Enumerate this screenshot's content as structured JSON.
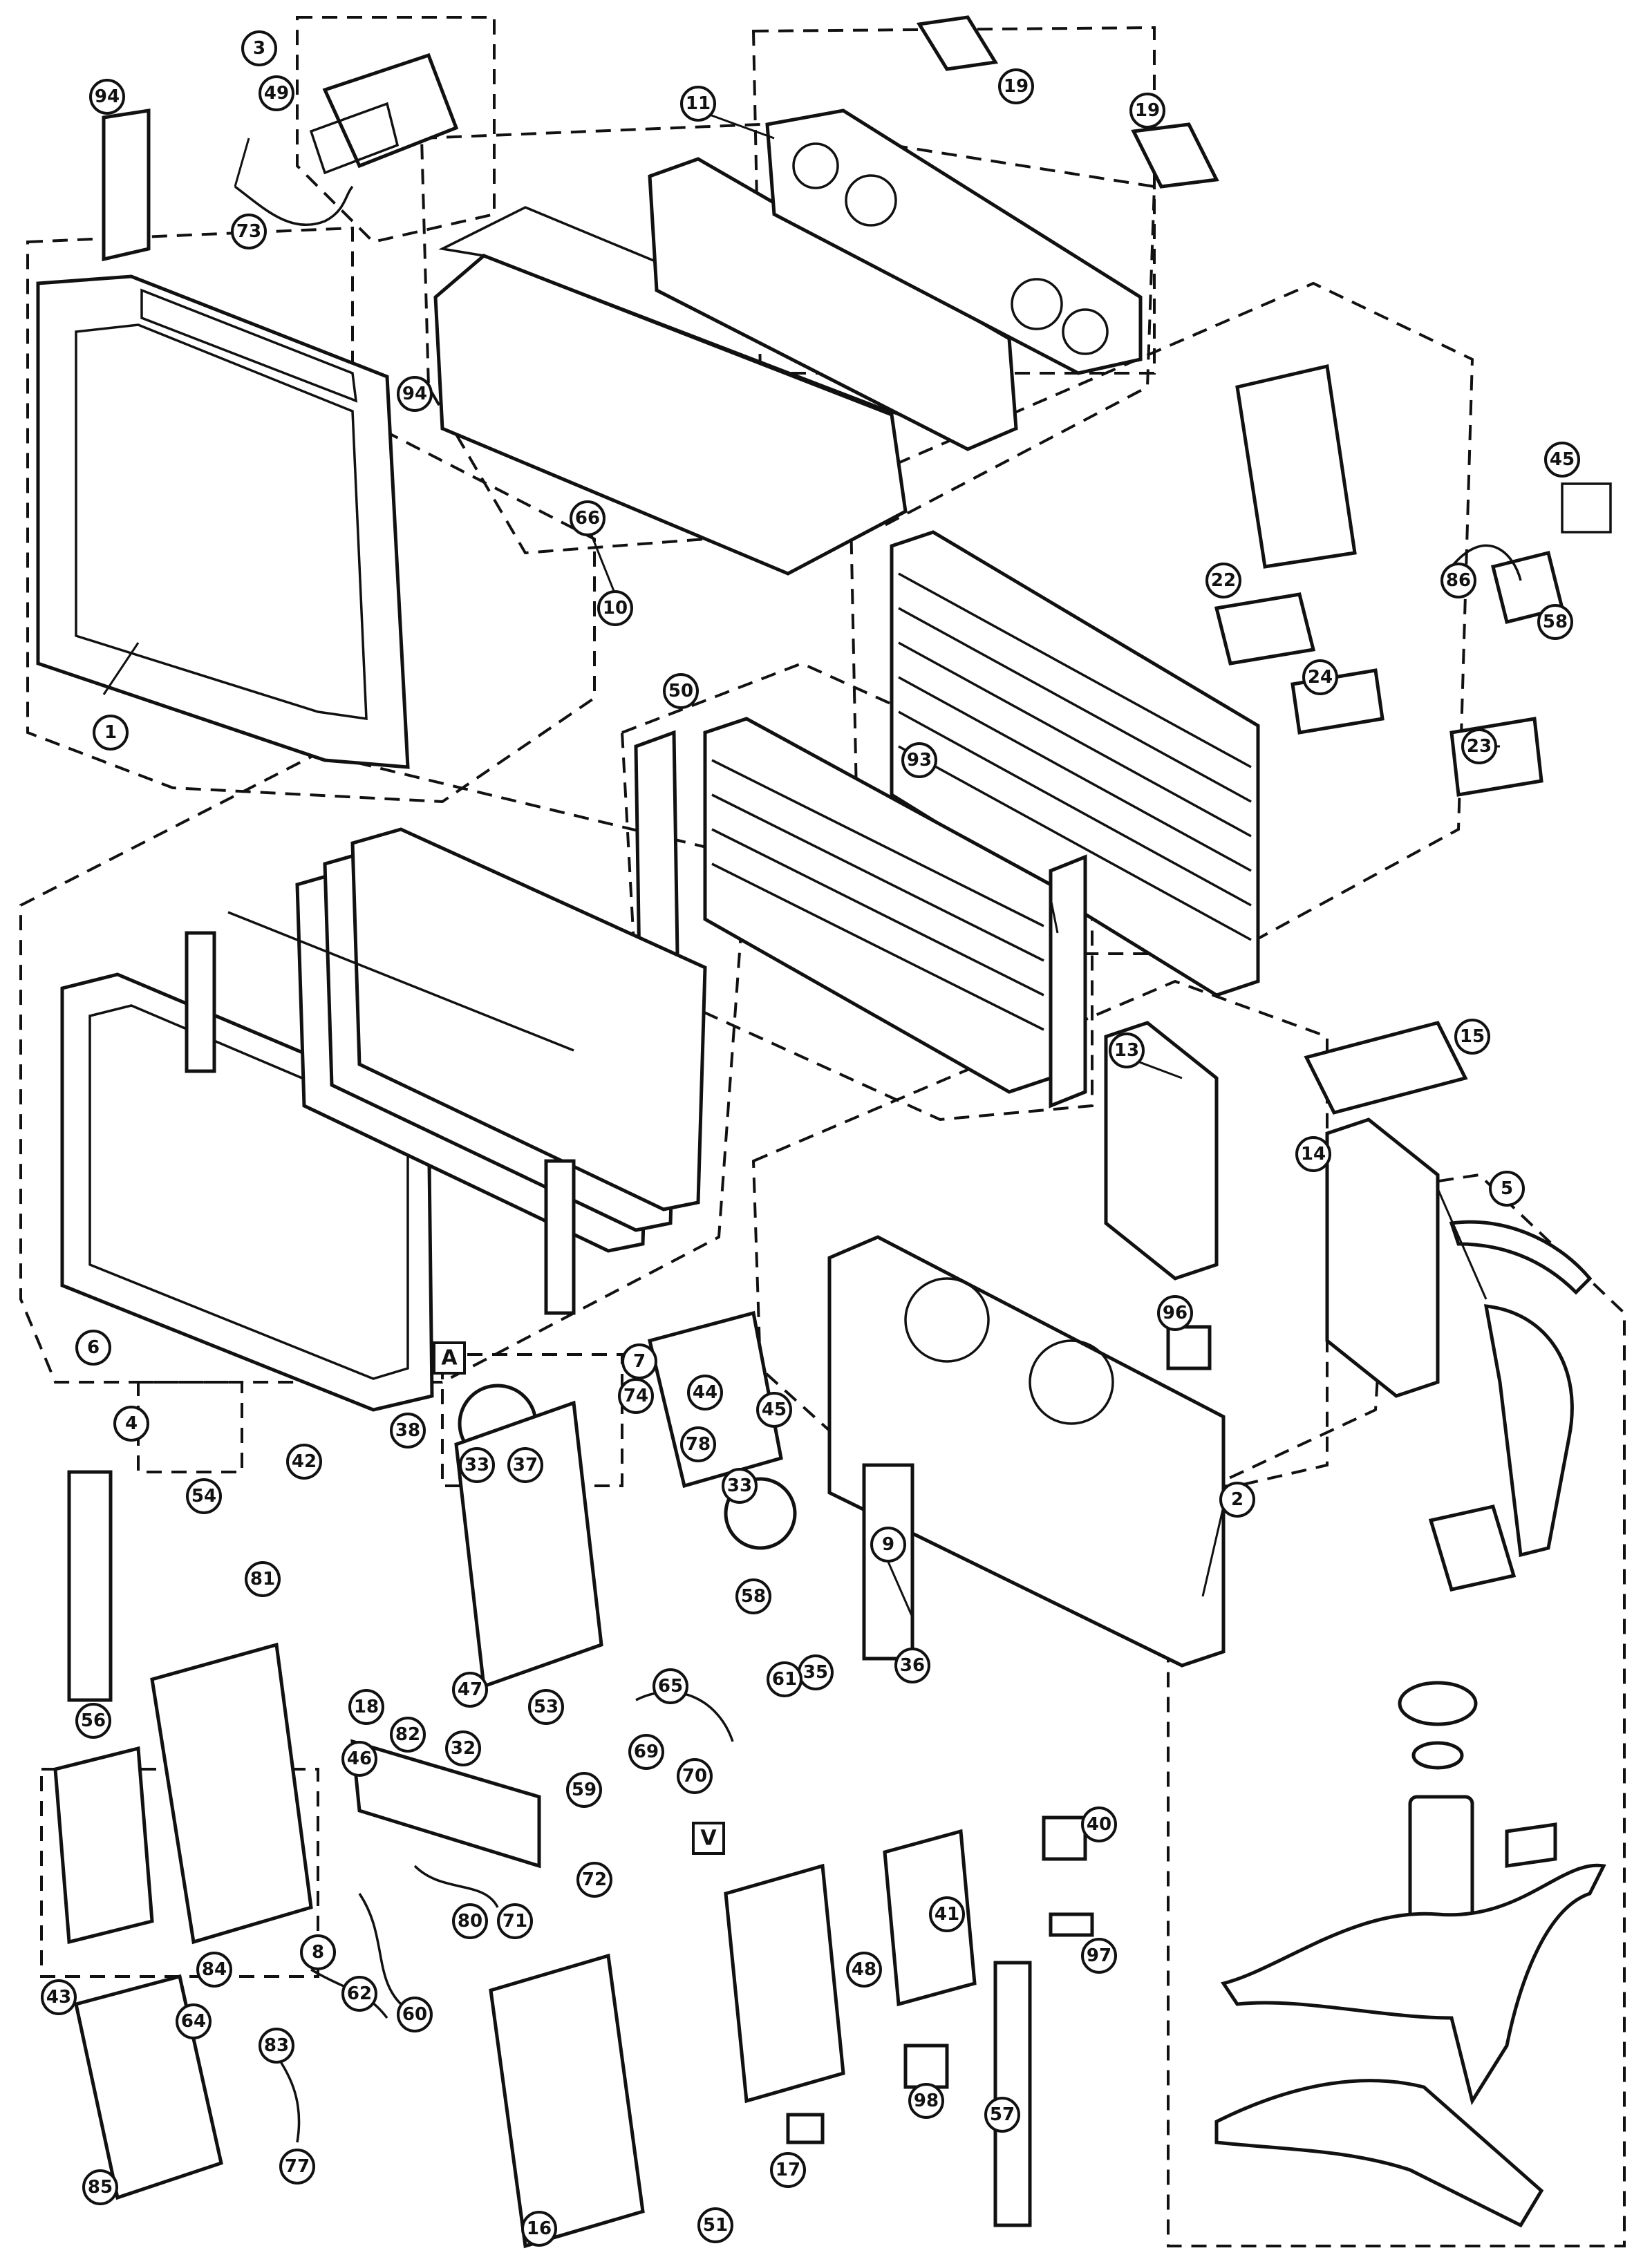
{
  "diagram": {
    "callouts": [
      "1",
      "2",
      "3",
      "4",
      "5",
      "6",
      "7",
      "8",
      "9",
      "10",
      "11",
      "13",
      "14",
      "15",
      "16",
      "17",
      "18",
      "19",
      "22",
      "23",
      "24",
      "32",
      "33",
      "35",
      "36",
      "37",
      "38",
      "40",
      "41",
      "42",
      "43",
      "44",
      "45",
      "46",
      "47",
      "48",
      "49",
      "50",
      "51",
      "53",
      "54",
      "56",
      "57",
      "58",
      "59",
      "60",
      "61",
      "62",
      "64",
      "65",
      "66",
      "69",
      "70",
      "71",
      "72",
      "73",
      "74",
      "77",
      "78",
      "80",
      "81",
      "82",
      "83",
      "84",
      "85",
      "86",
      "93",
      "94",
      "96",
      "97",
      "98"
    ],
    "markers": [
      "A",
      "V"
    ]
  }
}
